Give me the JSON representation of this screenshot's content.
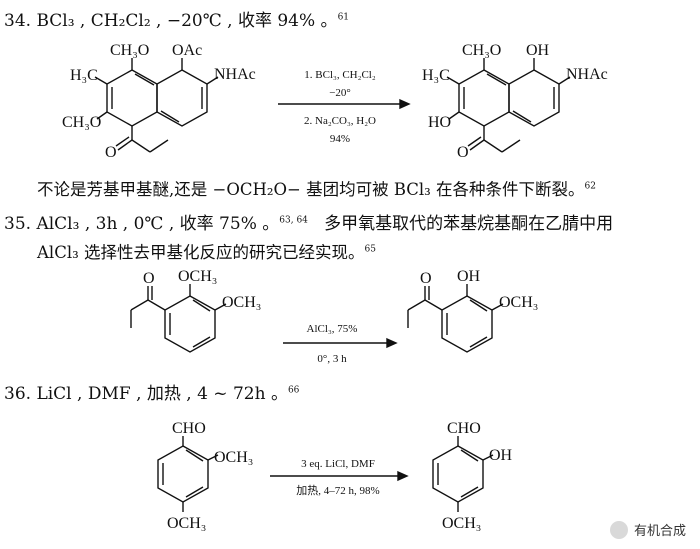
{
  "entries": [
    {
      "number": "34.",
      "heading": "BCl₃ , CH₂Cl₂ , −20℃ , 收率 94% 。",
      "ref": "61",
      "reagents": [
        "1. BCl₃, CH₂Cl₂",
        "−20°",
        "2. Na₂CO₃, H₂O",
        "94%"
      ],
      "reactant_labels": [
        "CH₃O",
        "OAc",
        "H₃C",
        "NHAc",
        "CH₃O",
        "O"
      ],
      "product_labels": [
        "CH₃O",
        "OH",
        "H₃C",
        "NHAc",
        "HO",
        "O"
      ]
    },
    {
      "number": "35.",
      "heading": "AlCl₃ , 3h , 0℃ , 收率 75% 。",
      "ref": "63, 64",
      "text_line2": "AlCl₃ 选择性去甲基化反应的研究已经实现。",
      "ref2": "65",
      "reagents": [
        "AlCl₃, 75%",
        "0°, 3 h"
      ],
      "reactant_labels": [
        "O",
        "OCH₃",
        "OCH₃"
      ],
      "product_labels": [
        "O",
        "OH",
        "OCH₃"
      ]
    },
    {
      "number": "36.",
      "heading": "LiCl , DMF , 加热 , 4 ~ 72h 。",
      "ref": "66",
      "reagents": [
        "3 eq. LiCl, DMF",
        "加热, 4–72 h, 98%"
      ],
      "reactant_labels": [
        "CHO",
        "OCH₃",
        "OCH₃"
      ],
      "product_labels": [
        "CHO",
        "OH",
        "OCH₃"
      ]
    }
  ],
  "paragraph_34": "不论是芳基甲基醚,还是 −OCH₂O− 基团均可被 BCl₃ 在各种条件下断裂。",
  "paragraph_34_ref": "62",
  "paragraph_35": "多甲氧基取代的苯基烷基酮在乙腈中用",
  "watermark": "有机合成"
}
